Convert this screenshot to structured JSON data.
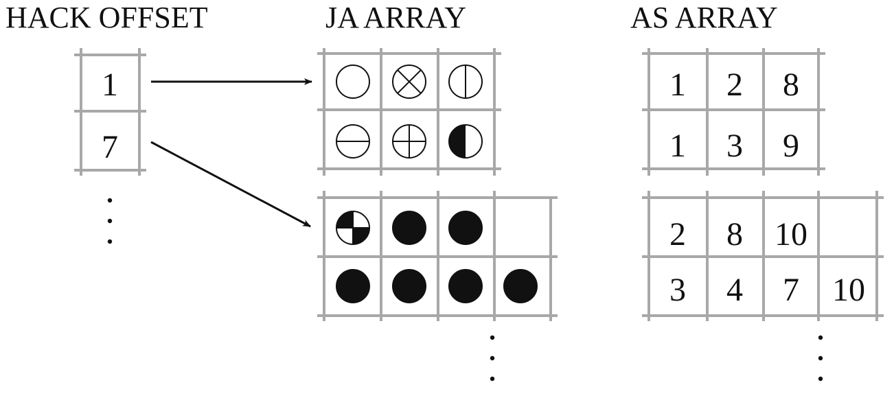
{
  "titles": {
    "hack_offset": "HACK OFFSET",
    "ja_array": "JA ARRAY",
    "as_array": "AS ARRAY"
  },
  "hack_offset": {
    "values": [
      "1",
      "7"
    ]
  },
  "ja_array": {
    "blocks": [
      {
        "rows": [
          [
            "open-circle-icon",
            "circle-x-icon",
            "circle-vertical-line-icon"
          ],
          [
            "circle-horizontal-line-icon",
            "circle-plus-icon",
            "half-filled-circle-icon"
          ]
        ]
      },
      {
        "rows": [
          [
            "quartered-circle-icon",
            "filled-circle-icon",
            "filled-circle-icon"
          ],
          [
            "filled-circle-icon",
            "filled-circle-icon",
            "filled-circle-icon",
            "filled-circle-icon"
          ]
        ]
      }
    ]
  },
  "as_array": {
    "blocks": [
      {
        "rows": [
          [
            "1",
            "2",
            "8"
          ],
          [
            "1",
            "3",
            "9"
          ]
        ]
      },
      {
        "rows": [
          [
            "2",
            "8",
            "10"
          ],
          [
            "3",
            "4",
            "7",
            "10"
          ]
        ]
      }
    ]
  },
  "colors": {
    "grid": "#a8a8a8",
    "ink": "#111111"
  }
}
